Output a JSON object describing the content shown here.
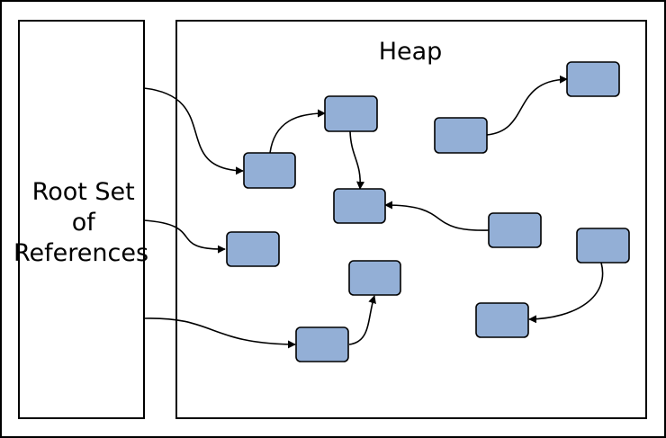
{
  "diagram": {
    "heap_label": "Heap",
    "root_label_lines": [
      "Root Set",
      "of",
      "References"
    ],
    "colors": {
      "node_fill": "#93afd6",
      "stroke": "#000000",
      "background": "#ffffff"
    }
  }
}
